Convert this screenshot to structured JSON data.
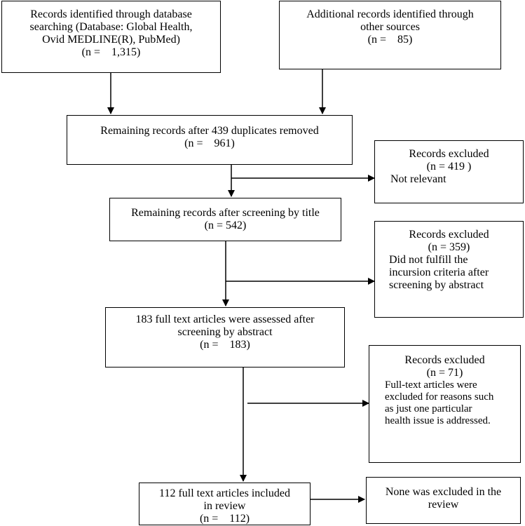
{
  "flowchart": {
    "identified_database": [
      "Records identified through database",
      "searching (Database: Global Health,",
      "Ovid MEDLINE(R), PubMed)",
      "(n =    1,315)"
    ],
    "identified_other": [
      "Additional records identified through",
      "other sources",
      "(n =    85)"
    ],
    "after_duplicates": [
      "Remaining records after 439 duplicates removed",
      "(n =    961)"
    ],
    "excluded_title": {
      "heading": "Records excluded",
      "count": "(n = 419 )",
      "reason": "Not relevant"
    },
    "after_title": [
      "Remaining records after screening by title",
      "(n = 542)"
    ],
    "excluded_abstract": {
      "heading": "Records excluded",
      "count": "(n = 359)",
      "reason": [
        "Did not fulfill the",
        "incursion criteria after",
        "screening by abstract"
      ]
    },
    "full_text_assessed": [
      "183 full text articles were assessed after",
      "screening by abstract",
      "(n =    183)"
    ],
    "excluded_fulltext": {
      "heading": "Records excluded",
      "count": "(n = 71)",
      "reason": [
        "Full-text articles were",
        "excluded for reasons such",
        "as just one particular",
        "health issue is addressed."
      ]
    },
    "included": [
      "112 full text articles included",
      "in review",
      "(n =    112)"
    ],
    "none_excluded": [
      "None was excluded in the",
      "review"
    ]
  }
}
